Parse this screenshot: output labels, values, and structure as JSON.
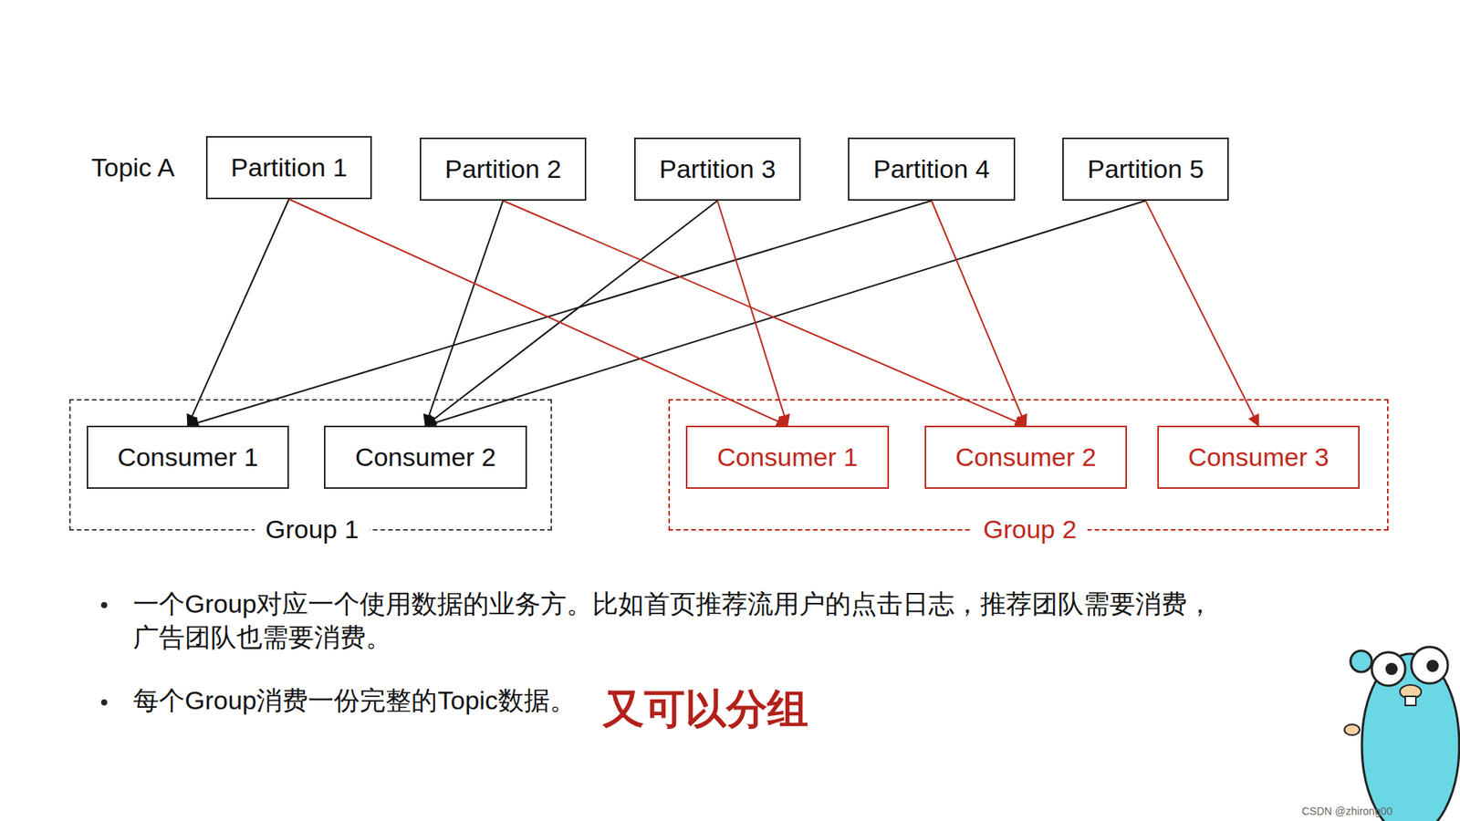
{
  "diagram": {
    "nodes": [
      {
        "text": [
          "Partition 1"
        ]
      },
      {
        "text": [
          "Partition 2"
        ]
      },
      {
        "text": [
          "Partition 3"
        ]
      },
      {
        "text": [
          "Partition 4"
        ]
      },
      {
        "text": [
          "Partition 5"
        ]
      },
      {
        "text": [
          "Group 1"
        ]
      },
      {
        "text": [
          "Consumer 1"
        ],
        "in": 5
      },
      {
        "text": [
          "Consumer 2"
        ],
        "in": 5
      },
      {
        "text": [
          "Group 2"
        ]
      },
      {
        "text": [
          "Consumer 1"
        ],
        "in": 8
      },
      {
        "text": [
          "Consumer 2"
        ],
        "in": 8
      },
      {
        "text": [
          "Consumer 3"
        ],
        "in": 8
      }
    ],
    "edges": [
      {
        "from": 0,
        "to": 6,
        "arrow": "to"
      },
      {
        "from": 3,
        "to": 6,
        "arrow": "to"
      },
      {
        "from": 1,
        "to": 7,
        "arrow": "to"
      },
      {
        "from": 2,
        "to": 7,
        "arrow": "to"
      },
      {
        "from": 4,
        "to": 7,
        "arrow": "to"
      },
      {
        "from": 0,
        "to": 9,
        "arrow": "to"
      },
      {
        "from": 2,
        "to": 9,
        "arrow": "to"
      },
      {
        "from": 1,
        "to": 10,
        "arrow": "to"
      },
      {
        "from": 3,
        "to": 10,
        "arrow": "to"
      },
      {
        "from": 4,
        "to": 11,
        "arrow": "to"
      }
    ],
    "labels": [
      "Topic A",
      "一个Group对应一个使用数据的业务方。比如首页推荐流用户的点击日志，推荐团队需要消费，广告团队也需要消费。",
      "每个Group消费一份完整的Topic数据。",
      "又可以分组",
      "CSDN @zhirong00"
    ]
  }
}
